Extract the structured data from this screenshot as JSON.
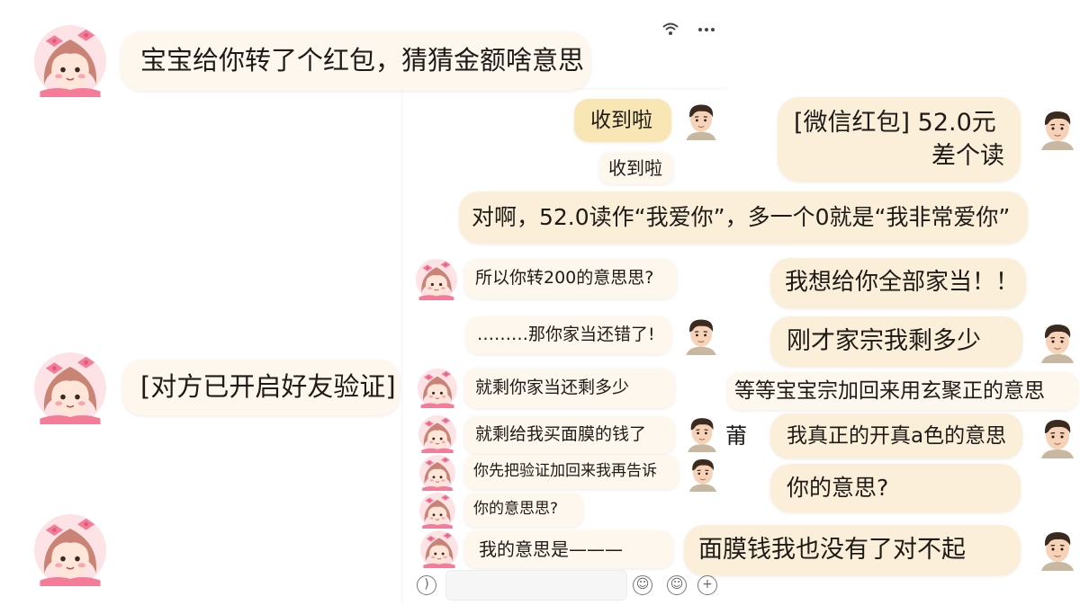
{
  "status_bar": {
    "wifi_icon": "wifi-icon",
    "more_icon": "more-dots-icon"
  },
  "left_column": {
    "msg1": "宝宝给你转了个红包，猜猜金额啥意思",
    "msg2": "[对方已开启好友验证]"
  },
  "middle_chat": {
    "messages": [
      "收到啦",
      "收到啦",
      "所以你转200的意思思?",
      "………那你家当还错了!",
      "就剩你家当还剩多少",
      "就剩给我买面膜的钱了",
      "你先把验证加回来我再告诉",
      "你的意思思?",
      "我的意思是———"
    ],
    "input_placeholder": ""
  },
  "right_chat": {
    "red_packet": "[微信红包] 52.0元",
    "red_packet_sub": "差个读",
    "explain": "对啊，52.0读作“我爱你”，多一个0就是“我非常爱你”",
    "msg_all": "我想给你全部家当！！",
    "msg_left": "刚才家宗我剩多少",
    "msg_wait": "等等宝宝宗加回来用玄聚正的意思",
    "msg_stray": "莆",
    "msg_real": "我真正的开真a色的意思",
    "msg_yours": "你的意思?",
    "msg_sorry": "面膜钱我也没有了对不起"
  },
  "colors": {
    "bubble_white": "#fdf7ee",
    "bubble_cream": "#fbefd9",
    "bubble_yellow": "#f8e6b4",
    "girl_hair": "#c98476",
    "girl_bow": "#f47c99",
    "boy_hair": "#3b2a20"
  }
}
